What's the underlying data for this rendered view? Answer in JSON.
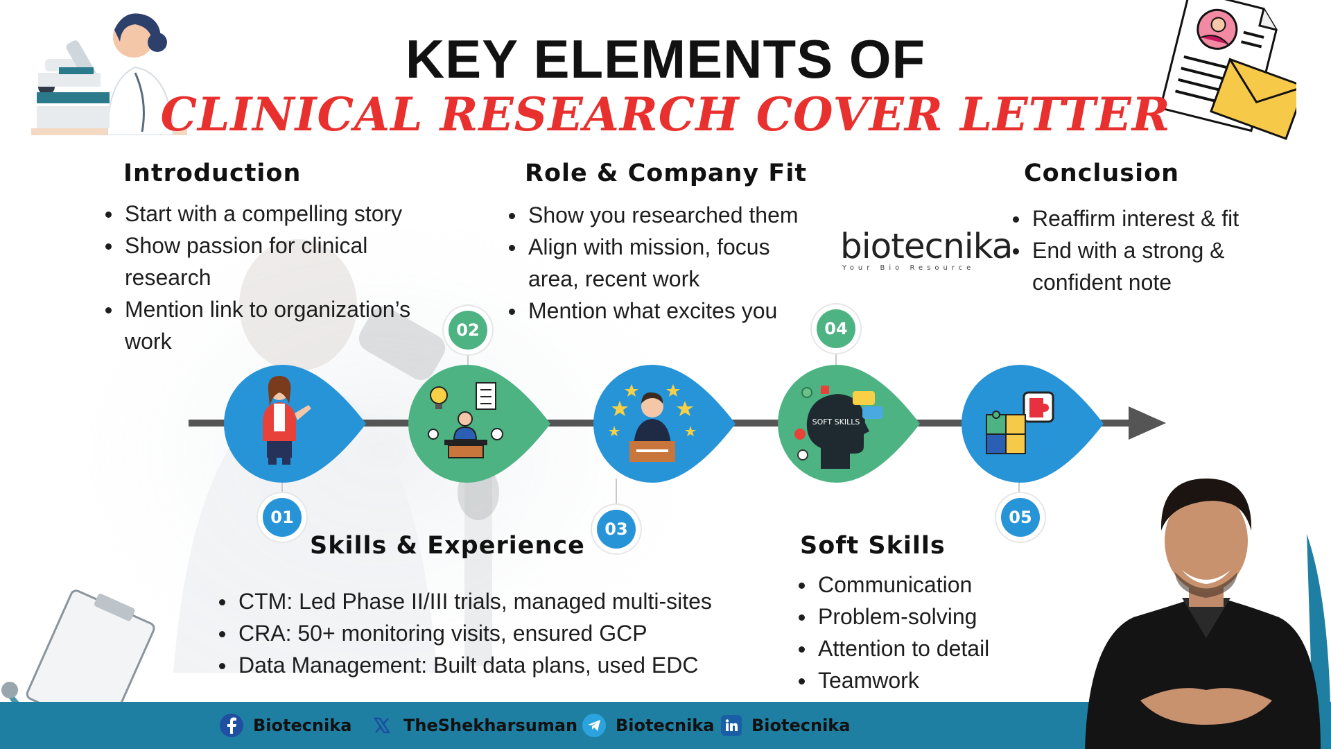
{
  "title": {
    "line1": "KEY ELEMENTS OF",
    "line2": "CLINICAL RESEARCH COVER LETTER"
  },
  "logo": {
    "name": "biotecnika",
    "tagline": "Your Bio Resource"
  },
  "sections": {
    "introduction": {
      "heading": "Introduction",
      "bullets": [
        "Start with a compelling story",
        "Show passion for clinical research",
        "Mention link to organization’s work"
      ]
    },
    "role_fit": {
      "heading": "Role & Company Fit",
      "bullets": [
        "Show you researched them",
        "Align with mission, focus area, recent work",
        "Mention what excites you"
      ]
    },
    "conclusion": {
      "heading": "Conclusion",
      "bullets": [
        "Reaffirm interest & fit",
        "End with a strong & confident note"
      ]
    },
    "skills_experience": {
      "heading": "Skills & Experience",
      "bullets": [
        "CTM: Led Phase II/III trials, managed multi-sites",
        "CRA: 50+ monitoring visits, ensured GCP",
        "Data Management: Built data plans, used EDC"
      ]
    },
    "soft_skills": {
      "heading": "Soft Skills",
      "bullets": [
        "Communication",
        "Problem-solving",
        "Attention to detail",
        "Teamwork"
      ]
    }
  },
  "timeline": {
    "steps": [
      {
        "number": "01",
        "icon": "presenter-woman-icon",
        "color": "#2794d8"
      },
      {
        "number": "02",
        "icon": "multitasking-icon",
        "color": "#4db383"
      },
      {
        "number": "03",
        "icon": "achiever-stars-icon",
        "color": "#2794d8"
      },
      {
        "number": "04",
        "icon": "soft-skills-head-icon",
        "color": "#4db383",
        "label": "SOFT SKILLS"
      },
      {
        "number": "05",
        "icon": "puzzle-icon",
        "color": "#2794d8"
      }
    ]
  },
  "footer": {
    "items": [
      {
        "icon": "facebook-icon",
        "label": "Biotecnika"
      },
      {
        "icon": "x-twitter-icon",
        "label": "TheShekharsuman"
      },
      {
        "icon": "telegram-icon",
        "label": "Biotecnika"
      },
      {
        "icon": "linkedin-icon",
        "label": "Biotecnika"
      }
    ]
  },
  "colors": {
    "accent_red": "#e8312e",
    "blue": "#2794d8",
    "green": "#4db383",
    "footer": "#1f7fa3"
  }
}
